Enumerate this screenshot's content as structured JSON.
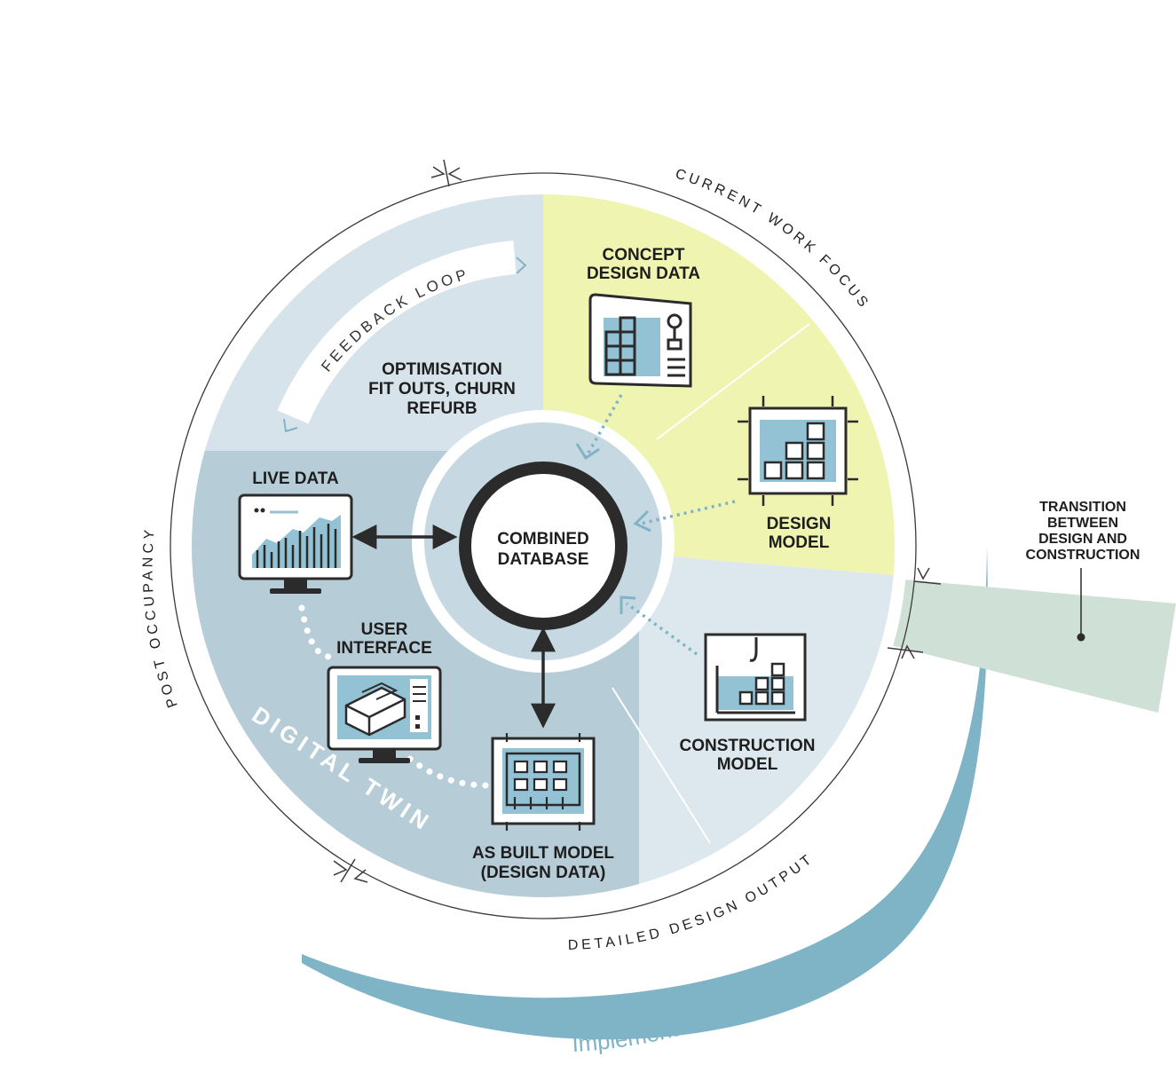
{
  "colors": {
    "feedback_quadrant": "#d7e3ea",
    "design_quadrant": "#eff5b0",
    "construction_quadrant": "#dce7ee",
    "digital_twin_quadrant": "#b6ccd7",
    "transition_band": "#cfe0d6",
    "implementation_arc": "#7fb3c6",
    "icon_fill": "#93c2d5",
    "dark": "#2b2b2b"
  },
  "center": {
    "label_line1": "COMBINED",
    "label_line2": "DATABASE"
  },
  "stages": {
    "concept": {
      "line1": "CONCEPT",
      "line2": "DESIGN DATA",
      "icon": "blueprint-icon"
    },
    "design_model": {
      "line1": "DESIGN",
      "line2": "MODEL",
      "icon": "design-model-icon"
    },
    "construction_model": {
      "line1": "CONSTRUCTION",
      "line2": "MODEL",
      "icon": "crane-construction-icon"
    },
    "as_built": {
      "line1": "AS BUILT MODEL",
      "line2": "(DESIGN DATA)",
      "icon": "as-built-model-icon"
    },
    "user_interface": {
      "line1": "USER",
      "line2": "INTERFACE",
      "icon": "monitor-3d-model-icon"
    },
    "live_data": {
      "line1": "LIVE DATA",
      "icon": "monitor-chart-icon"
    },
    "optimisation": {
      "line1": "OPTIMISATION",
      "line2": "FIT OUTS, CHURN",
      "line3": "REFURB"
    }
  },
  "arc_labels": {
    "current_work_focus": "CURRENT WORK FOCUS",
    "detailed_design_output": "DETAILED DESIGN OUTPUT",
    "post_occupancy": "POST OCCUPANCY",
    "feedback_loop": "FEEDBACK LOOP",
    "digital_twin": "DIGITAL TWIN",
    "implementation": "Implementation of DfMA solutions"
  },
  "transition": {
    "line1": "TRANSITION",
    "line2": "BETWEEN",
    "line3": "DESIGN AND",
    "line4": "CONSTRUCTION"
  }
}
